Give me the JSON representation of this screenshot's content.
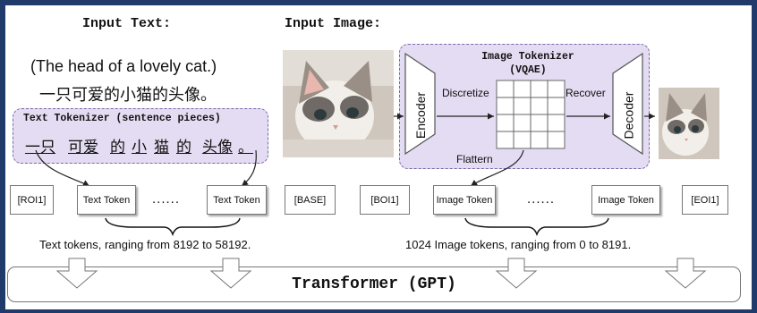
{
  "headers": {
    "input_text": "Input Text:",
    "input_image": "Input Image:"
  },
  "caption": {
    "english": "(The head of a lovely cat.)",
    "chinese": "一只可爱的小猫的头像。"
  },
  "text_tokenizer": {
    "title": "Text Tokenizer (sentence pieces)",
    "pieces": [
      "一只",
      "可爱",
      "的",
      "小",
      "猫",
      "的",
      "头像",
      "。"
    ]
  },
  "image_tokenizer": {
    "title_line1": "Image Tokenizer",
    "title_line2": "(VQAE)",
    "encoder": "Encoder",
    "decoder": "Decoder",
    "discretize": "Discretize",
    "recover": "Recover",
    "flattern": "Flattern"
  },
  "tokens": {
    "roi1": "[ROI1]",
    "text_token_1": "Text Token",
    "text_ellipsis": "......",
    "text_token_2": "Text Token",
    "base": "[BASE]",
    "boi1": "[BOI1]",
    "image_token_1": "Image Token",
    "image_ellipsis": "......",
    "image_token_2": "Image Token",
    "eoi1": "[EOI1]"
  },
  "notes": {
    "text_range": "Text tokens, ranging from 8192 to 58192.",
    "image_range": "1024 Image tokens, ranging from 0 to 8191."
  },
  "transformer": {
    "label": "Transformer (GPT)"
  },
  "colors": {
    "background_border": "#1f3a6b",
    "tokenizer_fill": "#e4dcf2",
    "tokenizer_border": "#7a6aa6"
  }
}
